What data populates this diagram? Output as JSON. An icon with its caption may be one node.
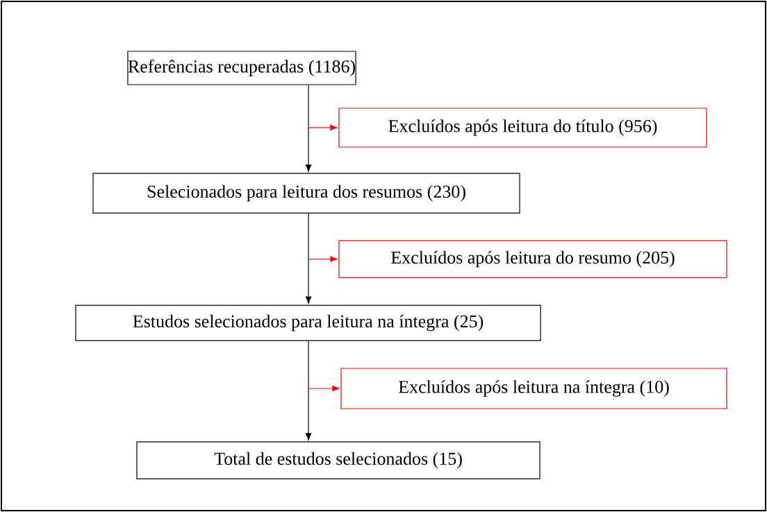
{
  "diagram": {
    "nodes": [
      {
        "text": [
          "Referências recuperadas (1186)"
        ]
      },
      {
        "text": [
          "Excluídos após leitura do título (956)"
        ]
      },
      {
        "text": [
          "Selecionados para leitura dos resumos (230)"
        ]
      },
      {
        "text": [
          "Excluídos após leitura do resumo (205)"
        ]
      },
      {
        "text": [
          "Estudos selecionados para leitura na íntegra (25)"
        ]
      },
      {
        "text": [
          "Excluídos após leitura na íntegra (10)"
        ]
      },
      {
        "text": [
          "Total de estudos selecionados (15)"
        ]
      }
    ],
    "edges": [
      {
        "from": 0,
        "to": 2,
        "arrow": "to"
      },
      {
        "from": null,
        "to": 1,
        "arrow": "to",
        "color": "#ff0000"
      },
      {
        "from": 2,
        "to": 4,
        "arrow": "to"
      },
      {
        "from": null,
        "to": 3,
        "arrow": "to",
        "color": "#ff0000"
      },
      {
        "from": 4,
        "to": 6,
        "arrow": "to"
      },
      {
        "from": null,
        "to": 5,
        "arrow": "to",
        "color": "#ff0000"
      }
    ]
  }
}
